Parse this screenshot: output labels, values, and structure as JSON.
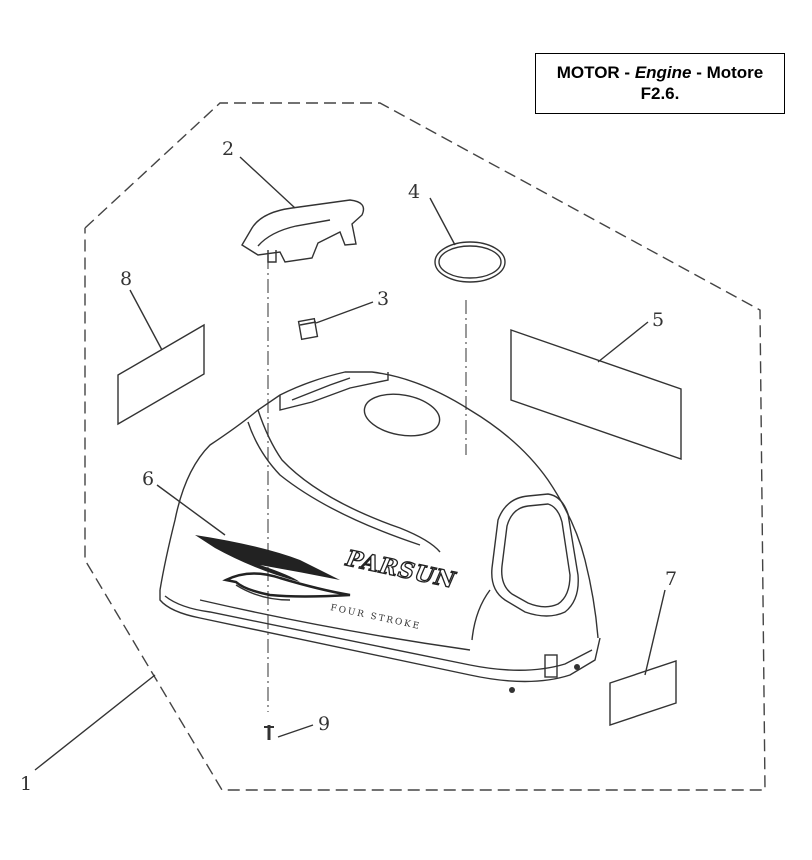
{
  "title": {
    "part1": "MOTOR - ",
    "part2": "Engine",
    "part3": " - Motore",
    "code": "F2.6."
  },
  "callouts": [
    "1",
    "2",
    "3",
    "4",
    "5",
    "6",
    "7",
    "8",
    "9"
  ],
  "cowling": {
    "brand": "PARSUN",
    "subtext": "FOUR STROKE"
  }
}
